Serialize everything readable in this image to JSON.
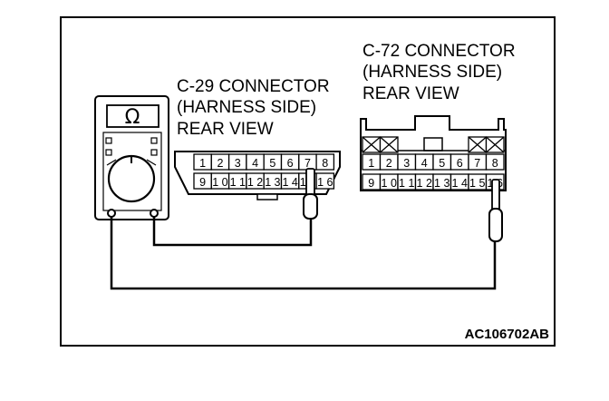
{
  "c29": {
    "title": "C-29 CONNECTOR",
    "side": "(HARNESS SIDE)",
    "view": "REAR VIEW",
    "pins_top": [
      "1",
      "2",
      "3",
      "4",
      "5",
      "6",
      "7",
      "8"
    ],
    "pins_bottom": [
      "9",
      "10",
      "11",
      "12",
      "13",
      "14",
      "15",
      "16"
    ]
  },
  "c72": {
    "title": "C-72 CONNECTOR",
    "side": "(HARNESS SIDE)",
    "view": "REAR VIEW",
    "pins_top": [
      "1",
      "2",
      "3",
      "4",
      "5",
      "6",
      "7",
      "8"
    ],
    "pins_bottom": [
      "9",
      "10",
      "11",
      "12",
      "13",
      "14",
      "15",
      "16"
    ]
  },
  "meter": {
    "symbol": "Ω",
    "icon": "ohmmeter-icon"
  },
  "figure_code": "AC106702AB"
}
